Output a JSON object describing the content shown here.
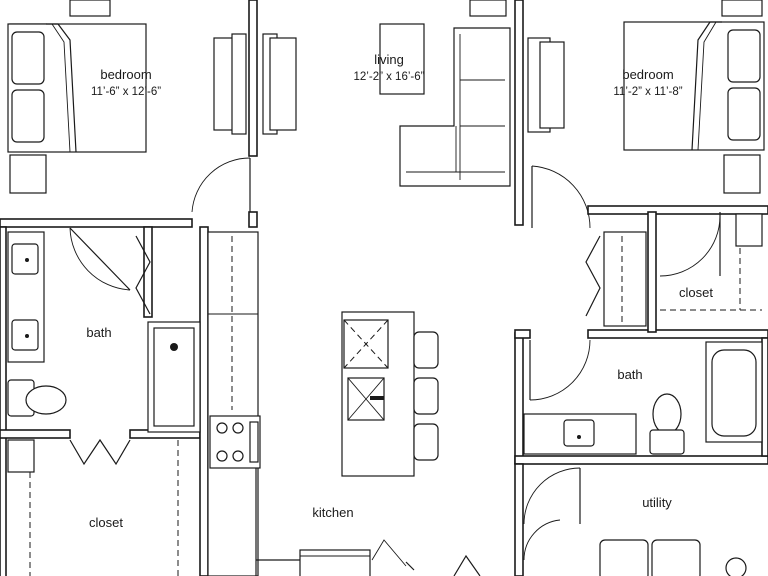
{
  "rooms": {
    "bedroom_left": {
      "name": "bedroom",
      "dims": "11’-6” x 12’-6”"
    },
    "living": {
      "name": "living",
      "dims": "12’-2” x 16’-6”"
    },
    "bedroom_right": {
      "name": "bedroom",
      "dims": "11’-2” x 11’-8”"
    },
    "bath_left": {
      "name": "bath"
    },
    "closet_right": {
      "name": "closet"
    },
    "bath_right": {
      "name": "bath"
    },
    "kitchen": {
      "name": "kitchen"
    },
    "utility": {
      "name": "utility"
    },
    "closet_left": {
      "name": "closet"
    }
  },
  "colors": {
    "line": "#1a1a1a",
    "background": "#ffffff"
  }
}
